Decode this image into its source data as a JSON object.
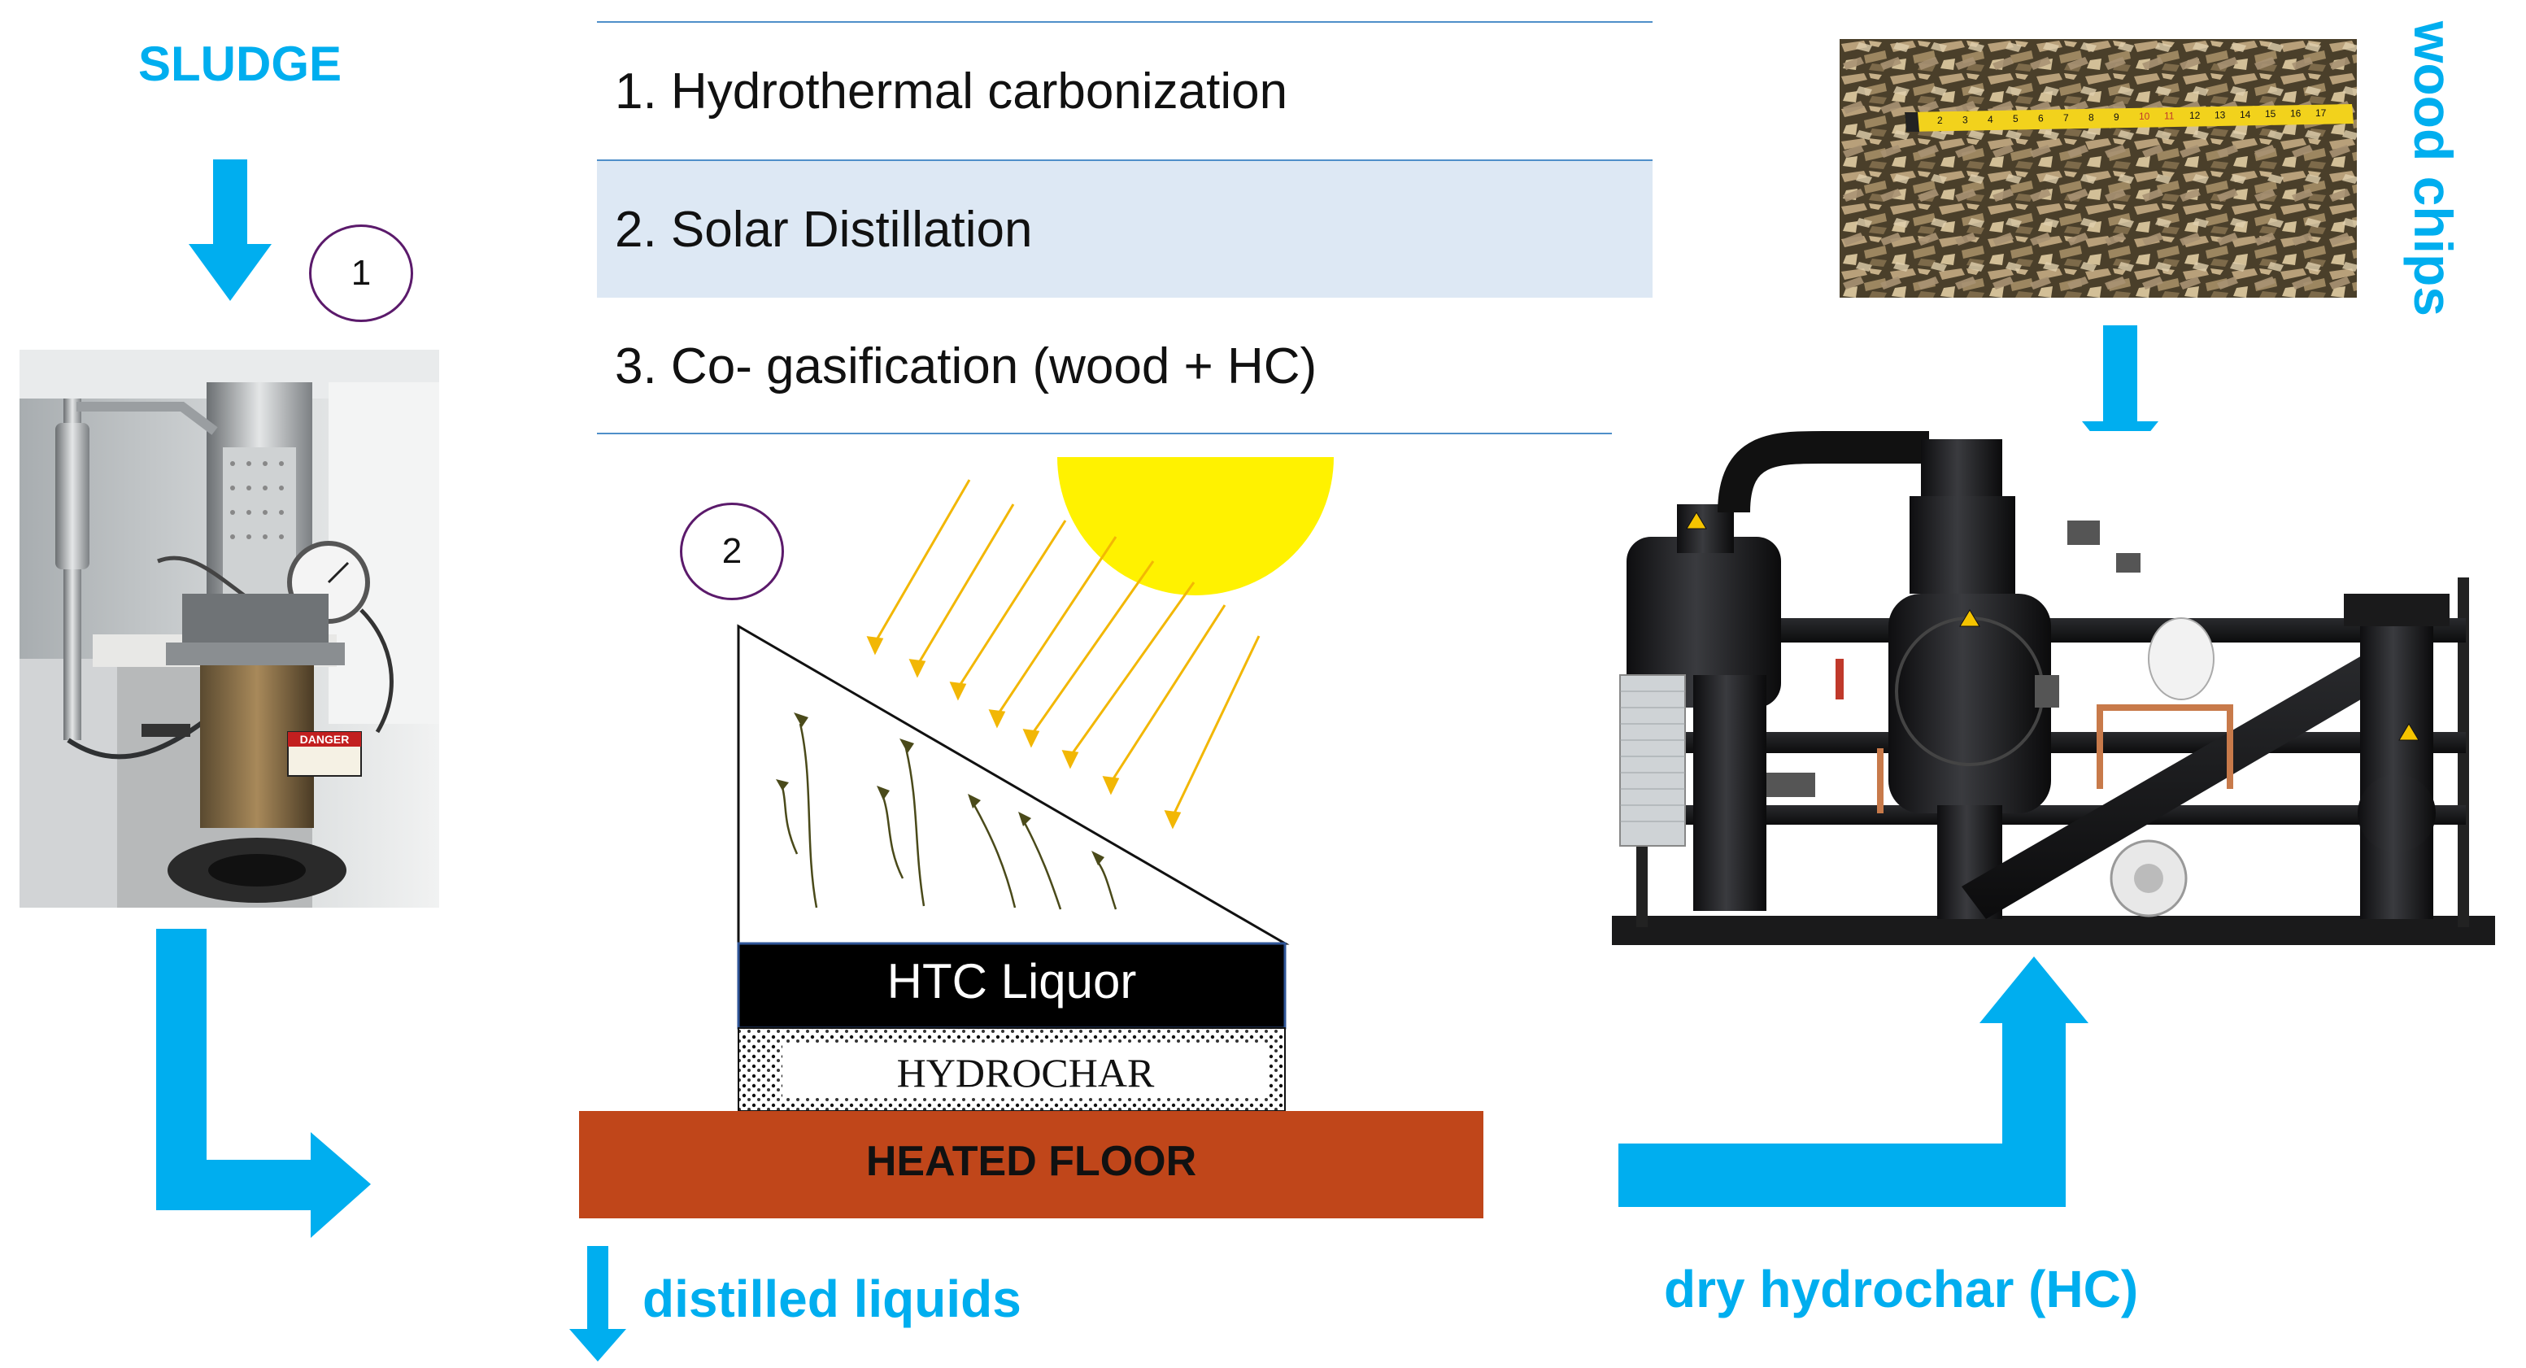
{
  "labels": {
    "sludge": "SLUDGE",
    "wood_chips": "wood chips",
    "distilled_liquids": "distilled liquids",
    "dry_hydrochar": "dry hydrochar (HC)"
  },
  "steps": [
    {
      "number": "1",
      "name": "1. Hydrothermal carbonization"
    },
    {
      "number": "2",
      "name": "2. Solar Distillation"
    },
    {
      "number": "3",
      "name": "3. Co- gasification (wood + HC)"
    }
  ],
  "still": {
    "liquor": "HTC Liquor",
    "hydrochar": "HYDROCHAR",
    "floor": "HEATED FLOOR"
  },
  "photo_texts": {
    "danger_sign": "DANGER",
    "ruler_numbers": [
      "2",
      "3",
      "4",
      "5",
      "6",
      "7",
      "8",
      "9",
      "10",
      "11",
      "12",
      "13",
      "14",
      "15",
      "16",
      "17"
    ]
  },
  "colors": {
    "accent_blue": "#00AEEF",
    "circle_border": "#5B1A6B",
    "table_rule": "#4F8FC9",
    "highlight_row": "#DDE8F4",
    "sun": "#FFF200",
    "sun_rays": "#F2B705",
    "floor": "#C0461A",
    "vapor": "#4A4A1A"
  }
}
